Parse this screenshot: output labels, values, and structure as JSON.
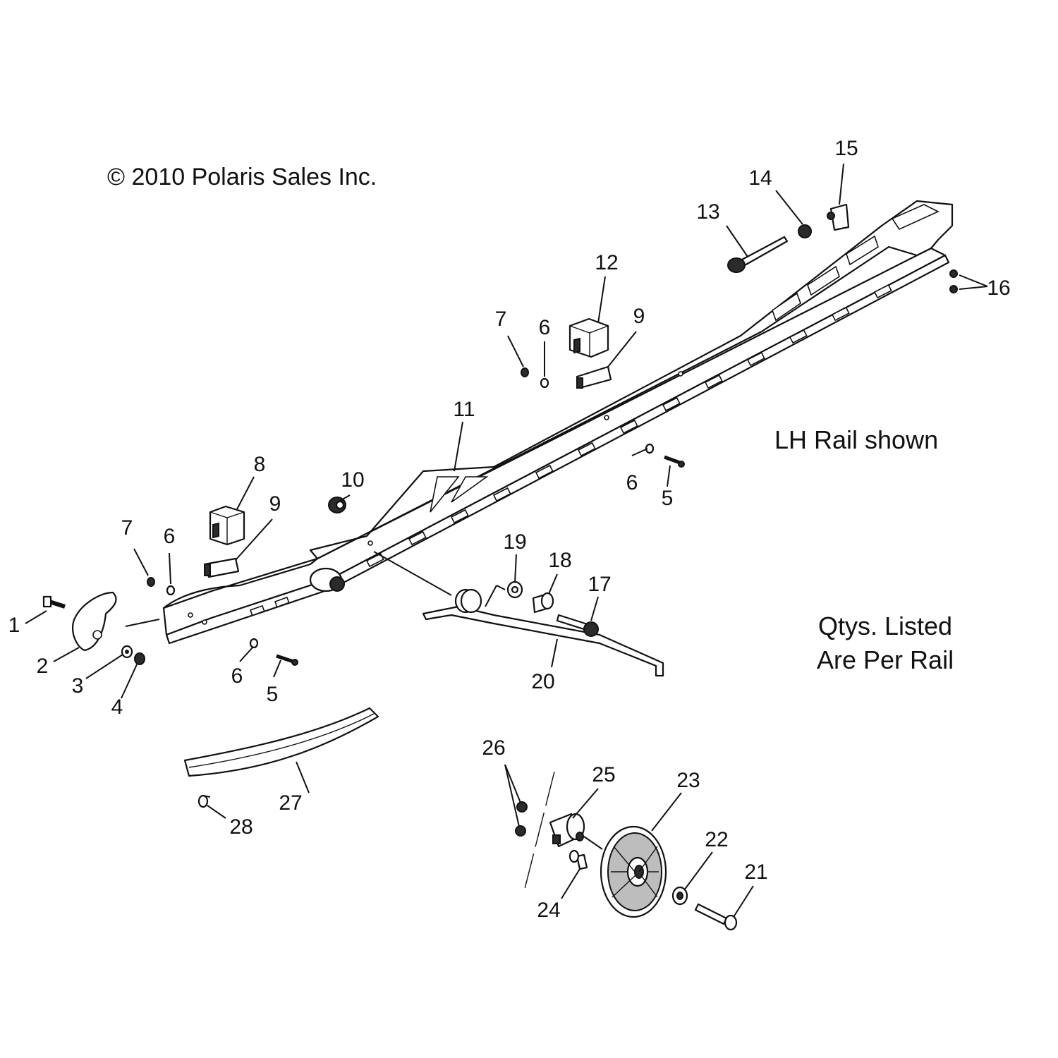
{
  "copyright": "© 2010 Polaris Sales Inc.",
  "notes": {
    "rail": "LH Rail shown",
    "qty_line1": "Qtys. Listed",
    "qty_line2": "Are Per Rail"
  },
  "callouts": [
    "1",
    "2",
    "3",
    "4",
    "5",
    "6",
    "7",
    "8",
    "9",
    "10",
    "11",
    "12",
    "13",
    "14",
    "15",
    "16",
    "17",
    "18",
    "19",
    "20",
    "21",
    "22",
    "23",
    "24",
    "25",
    "26",
    "27",
    "28"
  ],
  "colors": {
    "ink": "#111111",
    "background": "#ffffff",
    "part_fill": "#ffffff",
    "shade": "#2b2b2b"
  }
}
